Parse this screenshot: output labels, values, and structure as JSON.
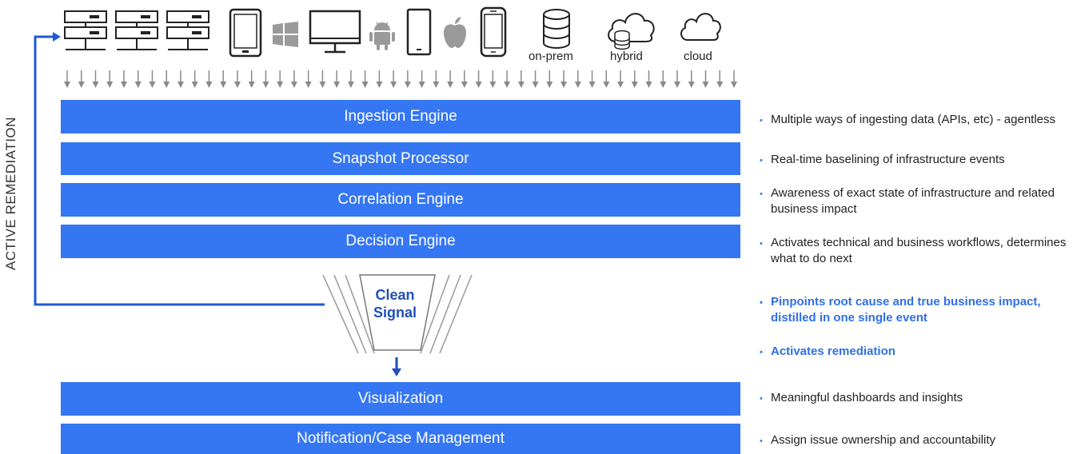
{
  "side_label": "ACTIVE REMEDIATION",
  "environments": {
    "on_prem": "on-prem",
    "hybrid": "hybrid",
    "cloud": "cloud"
  },
  "layers": [
    {
      "label": "Ingestion Engine"
    },
    {
      "label": "Snapshot Processor"
    },
    {
      "label": "Correlation Engine"
    },
    {
      "label": "Decision Engine"
    },
    {
      "label": "Visualization"
    },
    {
      "label": "Notification/Case Management"
    }
  ],
  "clean_signal": {
    "line1": "Clean",
    "line2": "Signal"
  },
  "descriptions": [
    {
      "text": "Multiple ways of ingesting data (APIs, etc) - agentless"
    },
    {
      "text": "Real-time baselining of infrastructure events"
    },
    {
      "text": "Awareness of exact state of infrastructure and related business impact"
    },
    {
      "text": "Activates technical and business workflows, determines what to do next"
    },
    {
      "text": "Pinpoints root cause and true business impact, distilled in one single event"
    },
    {
      "text": "Activates remediation"
    },
    {
      "text": "Meaningful dashboards and insights"
    },
    {
      "text": "Assign issue ownership and accountability"
    }
  ],
  "bullet": "•",
  "colors": {
    "layer_fill": "#3576f2",
    "accent": "#2f6fe8",
    "arrow": "#1f4fb8",
    "icon_stroke": "#222222",
    "arrow_gray": "#8a8a8a"
  }
}
